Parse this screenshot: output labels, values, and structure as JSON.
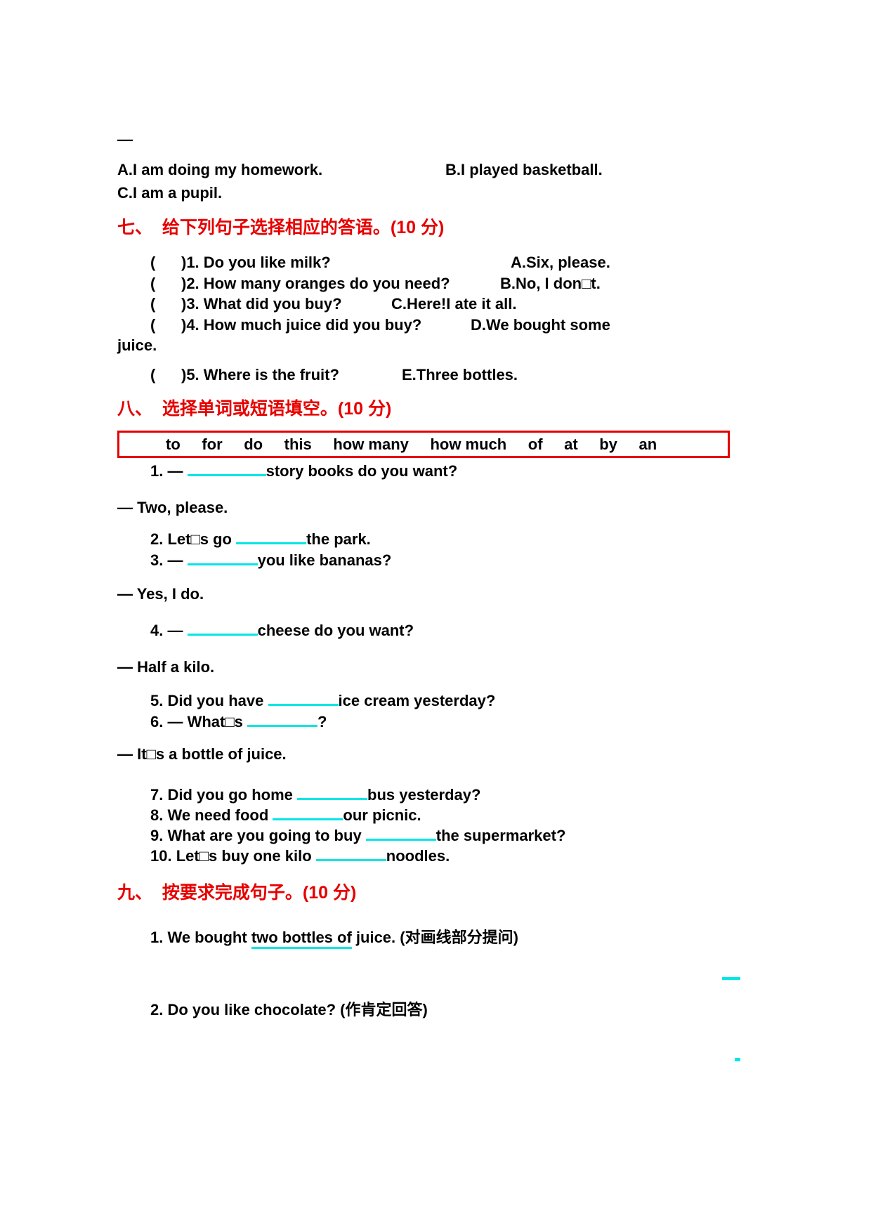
{
  "colors": {
    "heading_red": "#e60000",
    "box_border_red": "#e60000",
    "blank_cyan": "#00e6e6",
    "text_black": "#000000",
    "page_background": "#ffffff"
  },
  "intro": {
    "dash": "—",
    "option_a": "A.I am doing my homework.",
    "option_b": "B.I played basketball.",
    "option_c": "C.I am a pupil."
  },
  "sec7": {
    "heading": "七、  给下列句子选择相应的答语。(10 分)",
    "rows": [
      {
        "q": "(      )1. Do you like milk?",
        "a": "A.Six, please."
      },
      {
        "q": "(      )2. How many oranges do you need?",
        "a": "B.No, I don□t."
      },
      {
        "q": "(      )3. What did you buy?",
        "a": "C.Here!I ate it all."
      },
      {
        "q": "(      )4. How much juice did you buy?",
        "a": "D.We bought some"
      },
      {
        "q": "(      )5. Where is the fruit?",
        "a": "E.Three bottles."
      }
    ],
    "wrap_word": "juice."
  },
  "sec8": {
    "heading": "八、  选择单词或短语填空。(10 分)",
    "word_bank": "to     for     do     this     how many     how much     of     at     by     an",
    "items": [
      {
        "pre": "1. — ",
        "post": "story books do you want?"
      },
      {
        "pre": "2. Let□s go ",
        "post": "the park."
      },
      {
        "pre": "3. — ",
        "post": "you like bananas?"
      },
      {
        "pre": "4. — ",
        "post": "cheese do you want?"
      },
      {
        "pre": "5. Did you have ",
        "post": "ice cream yesterday?"
      },
      {
        "pre": "6. — What□s ",
        "post": "?"
      },
      {
        "pre": "7. Did you go home ",
        "post": "bus yesterday?"
      },
      {
        "pre": "8. We need food ",
        "post": "our picnic."
      },
      {
        "pre": "9. What are you going to buy ",
        "post": "the supermarket?"
      },
      {
        "pre": "10. Let□s buy one kilo ",
        "post": "noodles."
      }
    ],
    "replies": [
      "— Two, please.",
      "— Yes, I do.",
      "— Half a kilo.",
      "— It□s a bottle of juice."
    ]
  },
  "sec9": {
    "heading": "九、  按要求完成句子。(10 分)",
    "q1_pre": "1. We bought ",
    "q1_underlined": "two bottles of",
    "q1_post": " juice. (对画线部分提问)",
    "q2": "2. Do you like chocolate? (作肯定回答)"
  }
}
